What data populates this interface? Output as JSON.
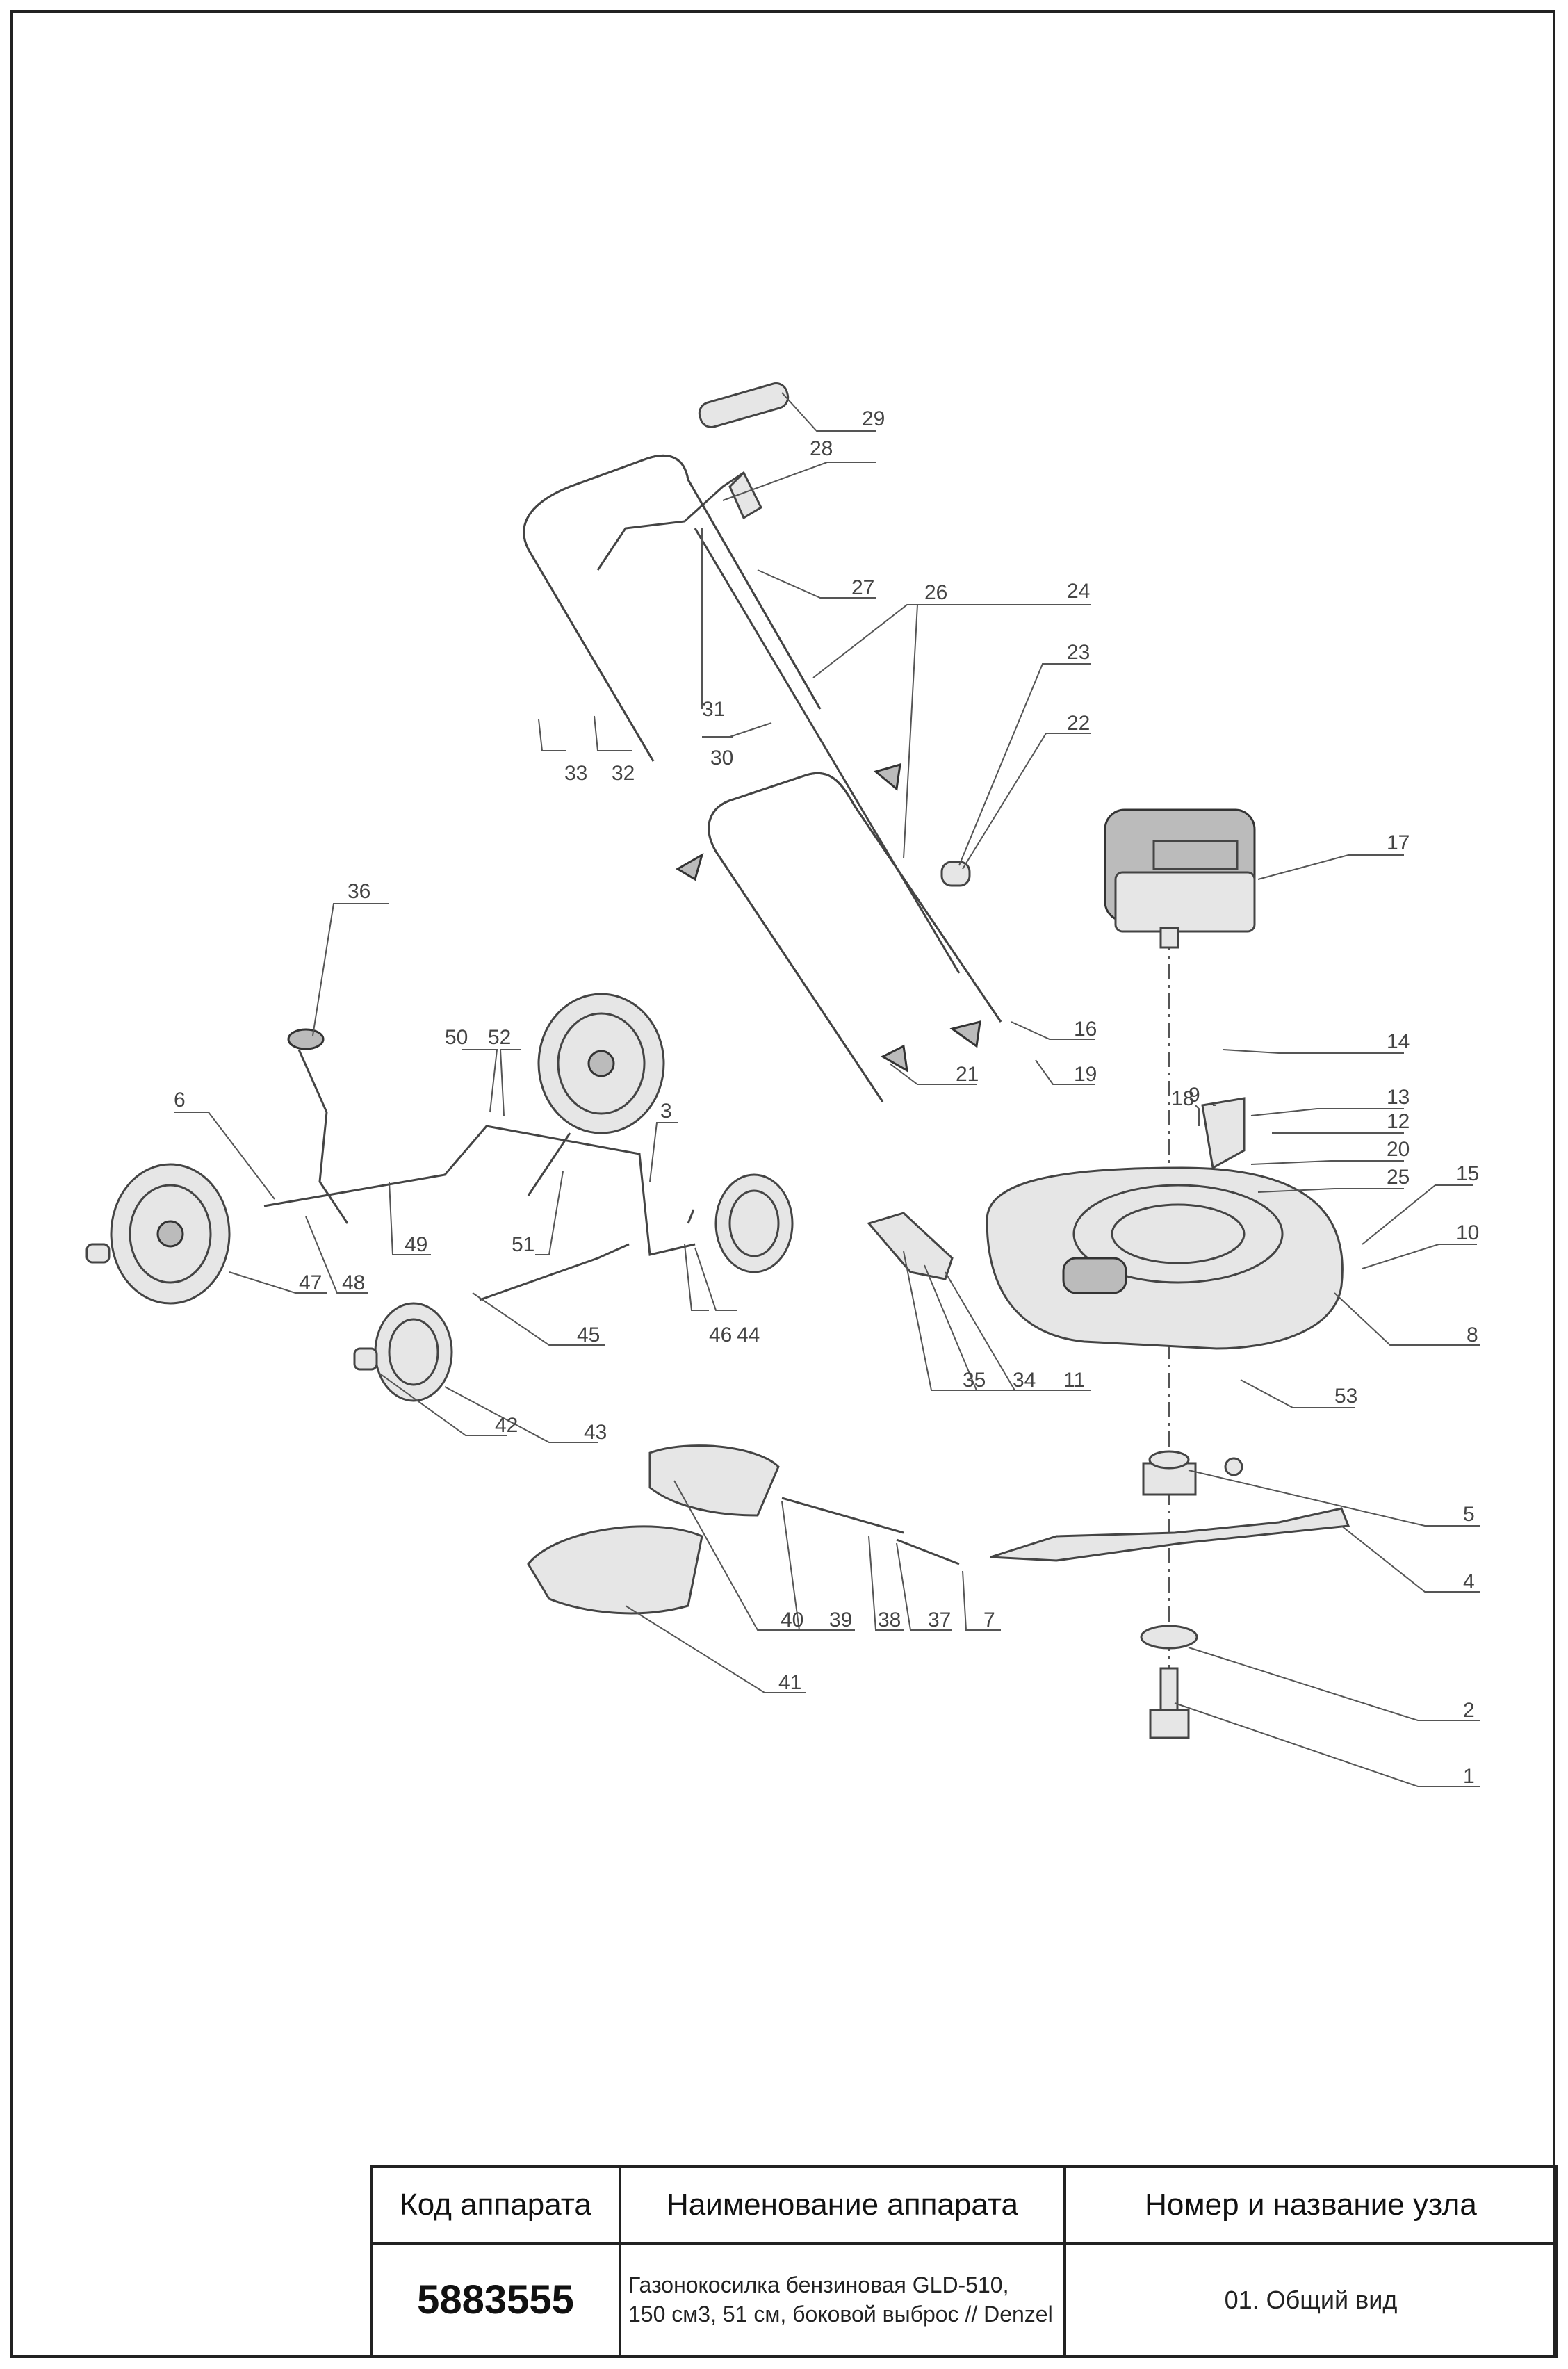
{
  "drawing": {
    "parts": [
      {
        "id": "1",
        "label": "1",
        "name": "bolt-icon"
      },
      {
        "id": "2",
        "label": "2",
        "name": "washer-icon"
      },
      {
        "id": "3",
        "label": "3",
        "name": "axle-frame-icon"
      },
      {
        "id": "4",
        "label": "4",
        "name": "blade-icon"
      },
      {
        "id": "5",
        "label": "5",
        "name": "blade-adapter-icon"
      },
      {
        "id": "6",
        "label": "6",
        "name": "screw-icon"
      },
      {
        "id": "7",
        "label": "7",
        "name": "pin-icon"
      },
      {
        "id": "8",
        "label": "8",
        "name": "deck-icon"
      },
      {
        "id": "9",
        "label": "9",
        "name": "bracket-icon"
      },
      {
        "id": "10",
        "label": "10",
        "name": "clip-icon"
      },
      {
        "id": "11",
        "label": "11",
        "name": "nut-icon"
      },
      {
        "id": "12",
        "label": "12",
        "name": "nut-icon"
      },
      {
        "id": "13",
        "label": "13",
        "name": "bracket-icon"
      },
      {
        "id": "14",
        "label": "14",
        "name": "bolt-icon"
      },
      {
        "id": "15",
        "label": "15",
        "name": "clip-icon"
      },
      {
        "id": "16",
        "label": "16",
        "name": "bolt-icon"
      },
      {
        "id": "17",
        "label": "17",
        "name": "engine-icon"
      },
      {
        "id": "18",
        "label": "18",
        "name": "bolt-icon"
      },
      {
        "id": "19",
        "label": "19",
        "name": "nut-icon"
      },
      {
        "id": "20",
        "label": "20",
        "name": "spring-icon"
      },
      {
        "id": "21",
        "label": "21",
        "name": "handle-bracket-icon"
      },
      {
        "id": "22",
        "label": "22",
        "name": "cap-icon"
      },
      {
        "id": "23",
        "label": "23",
        "name": "cable-icon"
      },
      {
        "id": "24",
        "label": "24",
        "name": "lower-handle-icon"
      },
      {
        "id": "25",
        "label": "25",
        "name": "washer-icon"
      },
      {
        "id": "26",
        "label": "26",
        "name": "tube-icon"
      },
      {
        "id": "27",
        "label": "27",
        "name": "screw-icon"
      },
      {
        "id": "28",
        "label": "28",
        "name": "lever-icon"
      },
      {
        "id": "29",
        "label": "29",
        "name": "grip-icon"
      },
      {
        "id": "30",
        "label": "30",
        "name": "cable-icon"
      },
      {
        "id": "31",
        "label": "31",
        "name": "clip-icon"
      },
      {
        "id": "32",
        "label": "32",
        "name": "nut-icon"
      },
      {
        "id": "33",
        "label": "33",
        "name": "bolt-icon"
      },
      {
        "id": "34",
        "label": "34",
        "name": "washer-icon"
      },
      {
        "id": "35",
        "label": "35",
        "name": "bolt-icon"
      },
      {
        "id": "36",
        "label": "36",
        "name": "height-lever-icon"
      },
      {
        "id": "37",
        "label": "37",
        "name": "rod-icon"
      },
      {
        "id": "38",
        "label": "38",
        "name": "spring-icon"
      },
      {
        "id": "39",
        "label": "39",
        "name": "hinge-icon"
      },
      {
        "id": "40",
        "label": "40",
        "name": "discharge-flap-icon"
      },
      {
        "id": "41",
        "label": "41",
        "name": "side-chute-icon"
      },
      {
        "id": "42",
        "label": "42",
        "name": "hubcap-icon"
      },
      {
        "id": "43",
        "label": "43",
        "name": "front-wheel-icon"
      },
      {
        "id": "44",
        "label": "44",
        "name": "nut-icon"
      },
      {
        "id": "45",
        "label": "45",
        "name": "front-axle-icon"
      },
      {
        "id": "46",
        "label": "46",
        "name": "spring-icon"
      },
      {
        "id": "47",
        "label": "47",
        "name": "rear-wheel-icon"
      },
      {
        "id": "48",
        "label": "48",
        "name": "rear-axle-icon"
      },
      {
        "id": "49",
        "label": "49",
        "name": "nut-icon"
      },
      {
        "id": "50",
        "label": "50",
        "name": "bolt-icon"
      },
      {
        "id": "51",
        "label": "51",
        "name": "spring-icon"
      },
      {
        "id": "52",
        "label": "52",
        "name": "washer-icon"
      },
      {
        "id": "53",
        "label": "53",
        "name": "plug-icon"
      }
    ]
  },
  "title_block": {
    "code_header": "Код аппарата",
    "name_header": "Наименование аппарата",
    "node_header": "Номер и название узла",
    "code_value": "5883555",
    "name_line1": "Газонокосилка бензиновая GLD-510,",
    "name_line2": "150 см3, 51 см, боковой выброс // Denzel",
    "node_value": "01. Общий вид"
  },
  "colors": {
    "line": "#555555",
    "frame": "#222222",
    "part_fill": "#e6e6e6"
  }
}
